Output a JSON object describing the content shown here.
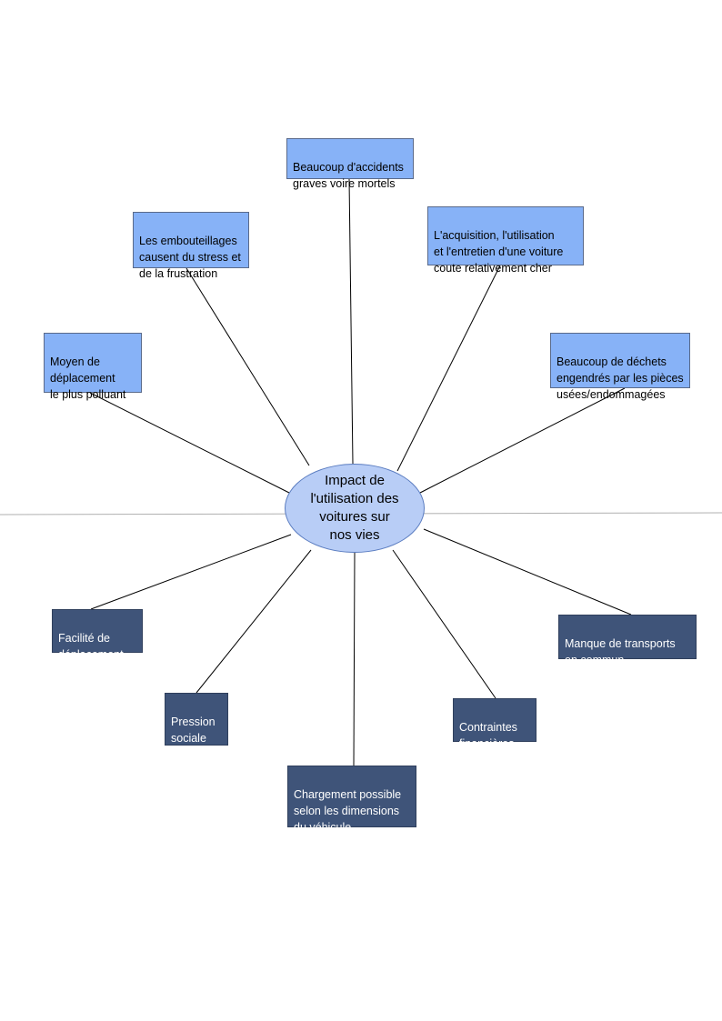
{
  "center": {
    "label": "Impact de\nl'utilisation des\nvoitures sur\nnos vies"
  },
  "nodes": [
    {
      "id": "accidents",
      "label": "Beaucoup d'accidents\ngraves voire mortels",
      "kind": "negative"
    },
    {
      "id": "embouteillages",
      "label": "Les embouteillages\ncausent du stress et\nde la frustration",
      "kind": "negative"
    },
    {
      "id": "cout",
      "label": "L'acquisition, l'utilisation\net l'entretien d'une voiture\ncoute relativement cher",
      "kind": "negative"
    },
    {
      "id": "polluant",
      "label": "Moyen de\ndéplacement\nle plus polluant",
      "kind": "negative"
    },
    {
      "id": "dechets",
      "label": "Beaucoup de déchets\nengendrés par les pièces\nusées/endommagées",
      "kind": "negative"
    },
    {
      "id": "facilite",
      "label": "Facilité de\ndéplacement",
      "kind": "positive"
    },
    {
      "id": "transports",
      "label": "Manque de transports\nen commun",
      "kind": "positive"
    },
    {
      "id": "pression",
      "label": "Pression\nsociale",
      "kind": "positive"
    },
    {
      "id": "contraintes",
      "label": "Contraintes\nfinancières",
      "kind": "positive"
    },
    {
      "id": "chargement",
      "label": "Chargement possible\nselon les dimensions\n du véhicule",
      "kind": "positive"
    }
  ],
  "colors": {
    "negative_fill": "#87b2f7",
    "positive_fill": "#3f5479",
    "center_fill": "#b8cdf6",
    "connector": "#000000",
    "divider": "#b0b0b0"
  }
}
